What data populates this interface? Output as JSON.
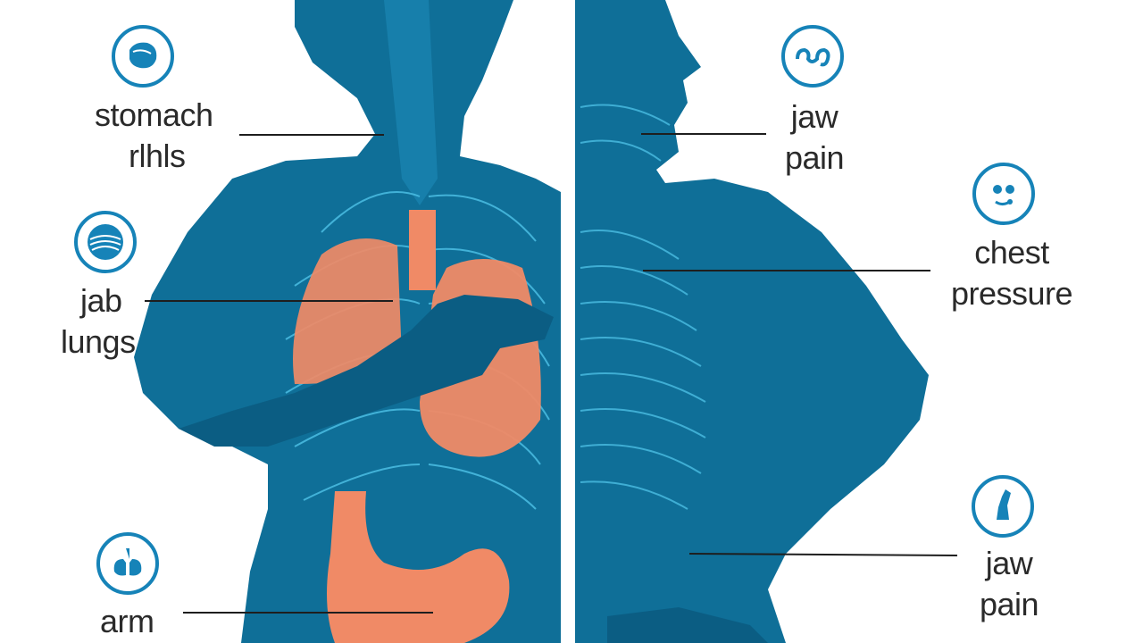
{
  "colors": {
    "body": "#0f6f98",
    "body_dark": "#0b5d83",
    "skeleton": "#4fc3e8",
    "organ": "#f08a66",
    "icon": "#1683b8",
    "leader": "#1e1e1e"
  },
  "labels": {
    "stomach_ribs": {
      "line1": "stomach",
      "line2": "rlhls"
    },
    "jab_lungs": {
      "line1": "jab",
      "line2": "lungs"
    },
    "arm": {
      "line1": "arm"
    },
    "jaw_pain_top": {
      "line1": "jaw",
      "line2": "pain"
    },
    "chest_pressure": {
      "line1": "chest",
      "line2": "pressure"
    },
    "jaw_pain_bottom": {
      "line1": "jaw",
      "line2": "pain"
    }
  },
  "icons": {
    "stomach": "stomach-icon",
    "lungs": "lungs-icon",
    "arm": "lungs-small-icon",
    "jaw": "jaw-icon",
    "chest": "face-icon",
    "jaw_bottom": "arm-icon"
  }
}
